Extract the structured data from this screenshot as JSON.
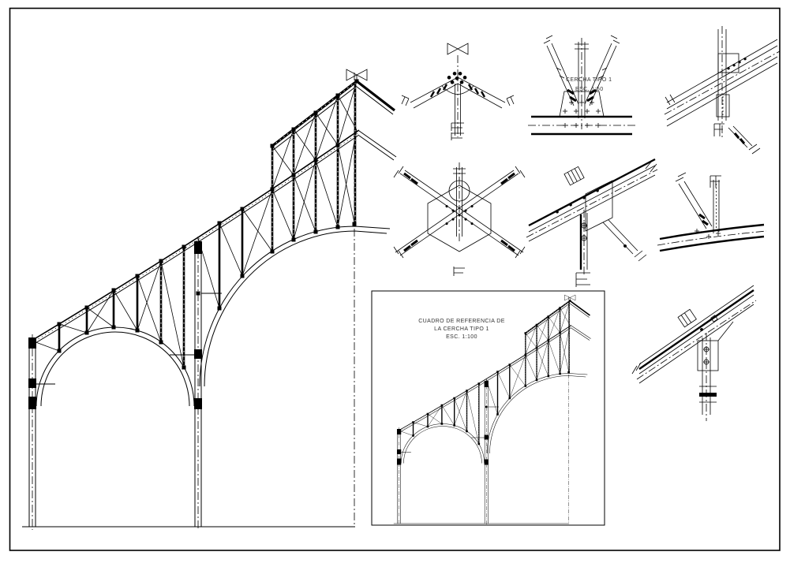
{
  "colors": {
    "ink": "#000000",
    "text": "#333333",
    "background": "#ffffff"
  },
  "reference_box": {
    "line1": "CUADRO DE REFERENCIA DE",
    "line2": "LA CERCHA TIPO 1",
    "line3": "ESC. 1:100"
  },
  "detail_label": {
    "line1": "CERCHA TIPO 1",
    "line2": "ESC. 1:50"
  }
}
